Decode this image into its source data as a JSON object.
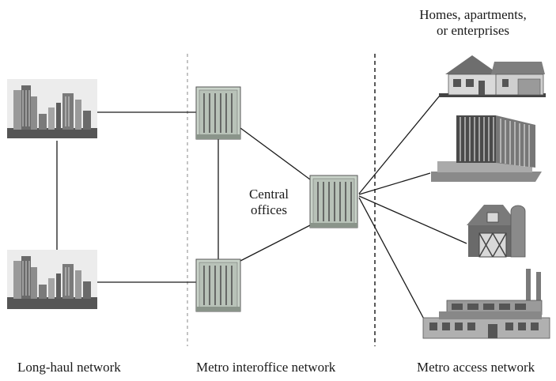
{
  "labels": {
    "destinations": "Homes, apartments,\nor enterprises",
    "central_offices": "Central\noffices",
    "long_haul": "Long-haul network",
    "metro_interoffice": "Metro interoffice network",
    "metro_access": "Metro access network"
  },
  "icons": {
    "city_skyline": "city-skyline-icon",
    "switch_rack": "switch-rack-icon",
    "house": "house-icon",
    "apartment": "apartment-building-icon",
    "barn": "barn-icon",
    "factory": "factory-icon"
  },
  "colors": {
    "line": "#1a1a1a",
    "divider": "#777777",
    "equipment": "#c8d4c8",
    "building": "#6e6e6e"
  }
}
